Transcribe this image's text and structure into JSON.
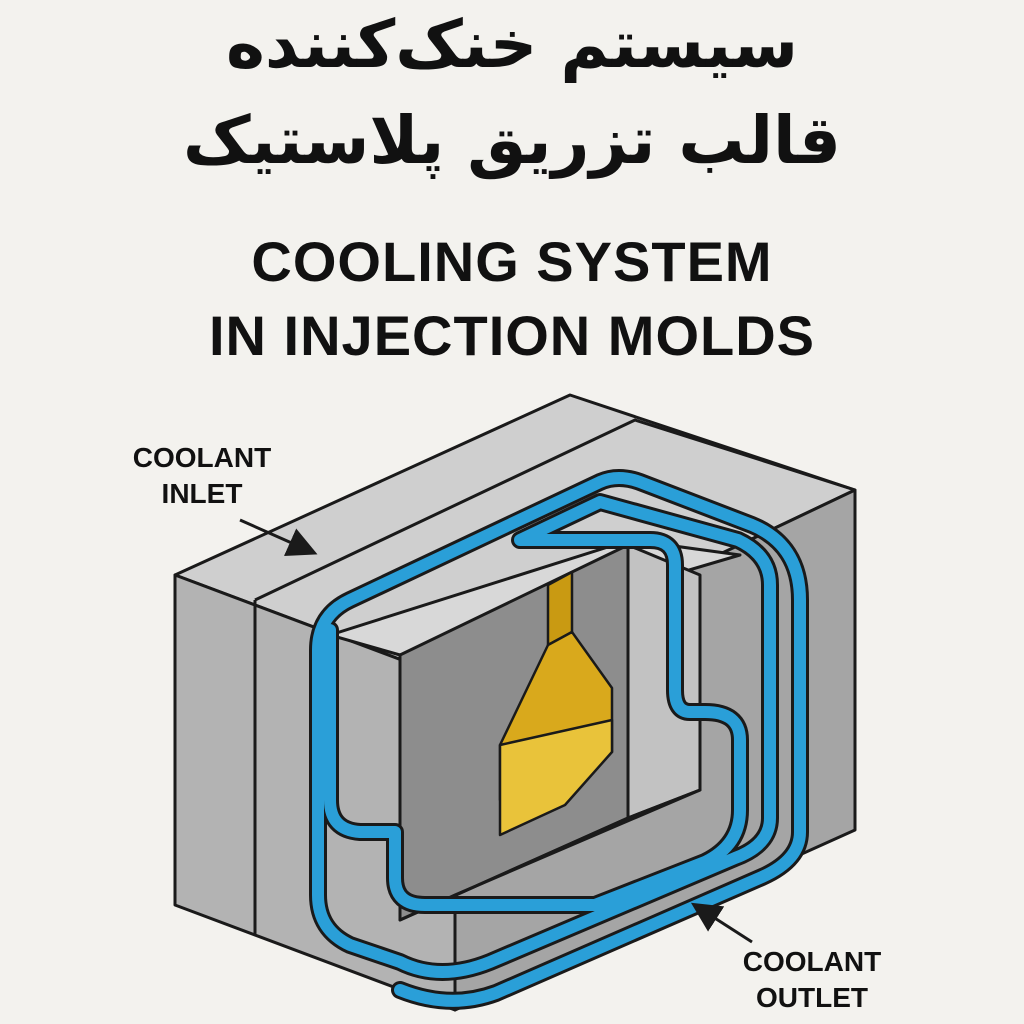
{
  "title": {
    "fa_line1": "سیستم خنک‌کننده",
    "fa_line2": "قالب تزریق پلاستیک",
    "en_line1": "COOLING SYSTEM",
    "en_line2": "IN INJECTION MOLDS"
  },
  "labels": {
    "inlet_line1": "COOLANT",
    "inlet_line2": "INLET",
    "outlet_line1": "COOLANT",
    "outlet_line2": "OUTLET"
  },
  "colors": {
    "background": "#f3f2ee",
    "mold_steel": "#b9b9b9",
    "coolant_channel": "#2a9fd8",
    "plastic_part": "#e2b526",
    "outline": "#1a1a1a"
  }
}
